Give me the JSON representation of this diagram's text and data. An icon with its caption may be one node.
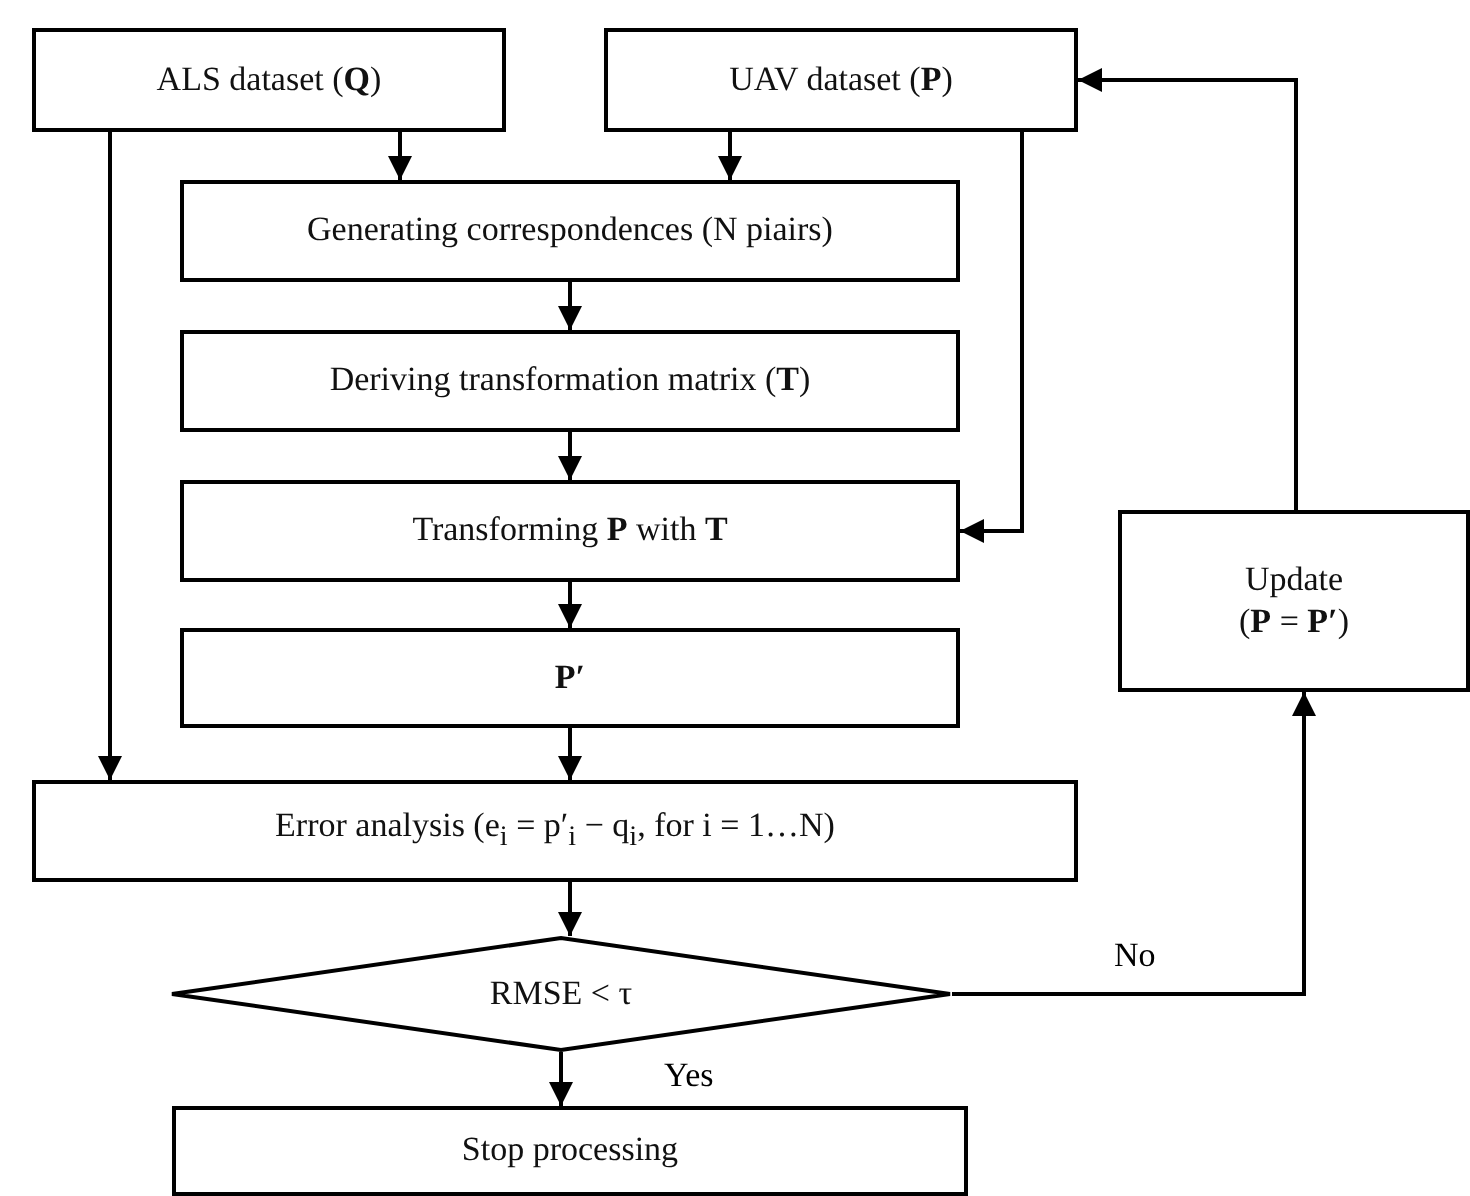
{
  "diagram": {
    "nodes": [
      {
        "text": [
          "ALS dataset (**Q**)"
        ]
      },
      {
        "text": [
          "UAV dataset (**P**)"
        ]
      },
      {
        "text": [
          "Generating correspondences (N piairs)"
        ]
      },
      {
        "text": [
          "Deriving transformation matrix (**T**)"
        ]
      },
      {
        "text": [
          "Transforming **P** with **T**"
        ]
      },
      {
        "text": [
          "P′"
        ]
      },
      {
        "text": [
          "Update (**P** = **P′**)"
        ]
      },
      {
        "text": [
          "Error analysis (e$_{i}$ = p′$_{i}$ − q$_{i}$, for i = 1…N)"
        ]
      },
      {
        "text": [
          "RMSE < τ"
        ]
      },
      {
        "text": [
          "Stop processing"
        ]
      }
    ],
    "edges": [
      {
        "from": 0,
        "to": 2,
        "arrow": "to"
      },
      {
        "from": 1,
        "to": 2,
        "arrow": "to"
      },
      {
        "from": 2,
        "to": 3,
        "arrow": "to"
      },
      {
        "from": 1,
        "to": 4,
        "arrow": "to"
      },
      {
        "from": 3,
        "to": 4,
        "arrow": "to"
      },
      {
        "from": 4,
        "to": 5,
        "arrow": "to"
      },
      {
        "from": 0,
        "to": 7,
        "arrow": "to"
      },
      {
        "from": 5,
        "to": 7,
        "arrow": "to"
      },
      {
        "from": 7,
        "to": 8,
        "arrow": "to"
      },
      {
        "from": 8,
        "to": 9,
        "arrow": "to",
        "label": "Yes"
      },
      {
        "from": 8,
        "to": 6,
        "arrow": "to",
        "label": "No"
      },
      {
        "from": 6,
        "to": 1,
        "arrow": "to"
      }
    ]
  }
}
